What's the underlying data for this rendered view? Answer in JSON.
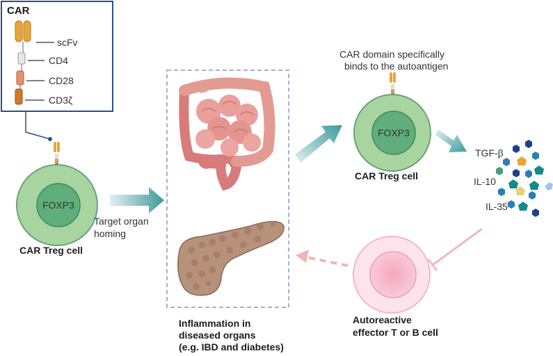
{
  "car_legend": {
    "title": "CAR",
    "domains": [
      "scFv",
      "CD4",
      "CD28",
      "CD3ζ"
    ]
  },
  "cells": {
    "left_treg": {
      "nucleus": "FOXP3",
      "caption": "CAR Treg cell"
    },
    "right_treg": {
      "nucleus": "FOXP3",
      "caption": "CAR Treg cell",
      "annotation_line1": "CAR domain specifically",
      "annotation_line2": "binds to the autoantigen"
    },
    "effector": {
      "caption_line1": "Autoreactive",
      "caption_line2": "effector T or B cell"
    }
  },
  "homing": {
    "line1": "Target organ",
    "line2": "homing"
  },
  "organs": {
    "line1": "Inflammation in",
    "line2": "diseased organs",
    "line3": "(e.g. IBD and diabetes)"
  },
  "cytokines": [
    "TGF-β",
    "IL-10",
    "IL-35"
  ],
  "colors": {
    "teal_arrow": "#3e9a9e",
    "cell_outer": "#a8d4a0",
    "cell_nucleus": "#5fae7b",
    "effector_pink": "#f7c6d5",
    "dash_box": "#8a97b8",
    "inhibit_pink": "#f0b8c4"
  }
}
